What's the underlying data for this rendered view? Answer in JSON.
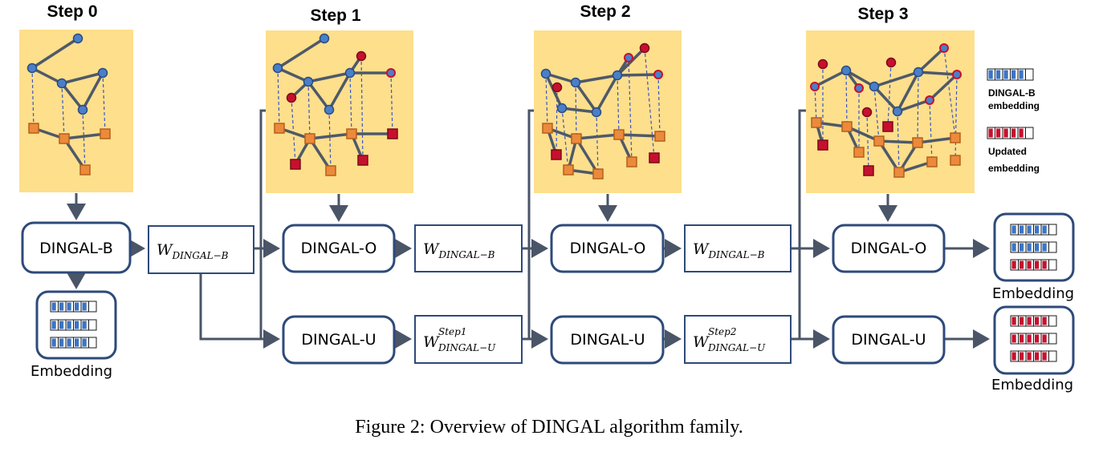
{
  "steps": [
    "Step 0",
    "Step 1",
    "Step 2",
    "Step 3"
  ],
  "boxes": {
    "base": "DINGAL-B",
    "online": "DINGAL-O",
    "update": "DINGAL-U"
  },
  "weights": {
    "w_symbol": "W",
    "w_base_sub": "DINGAL−B",
    "w_update_sub": "DINGAL−U",
    "w_step1_sup": "Step1",
    "w_step2_sup": "Step2"
  },
  "embedding_label": "Embedding",
  "legend": {
    "base_line1": "DINGAL-B",
    "base_line2": "embedding",
    "updated_line1": "Updated",
    "updated_line2": "embedding"
  },
  "caption": "Figure 2: Overview of DINGAL algorithm family.",
  "colors": {
    "panel": "#fddf8c",
    "blue_cell": "#3b74c4",
    "red_cell": "#c8102e",
    "box_border": "#2e4a7a"
  }
}
